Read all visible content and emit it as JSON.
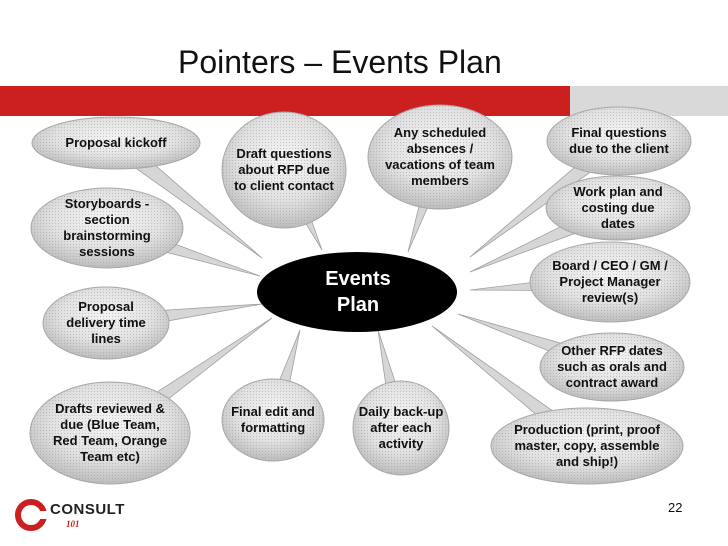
{
  "title": "Pointers – Events Plan",
  "center": {
    "line1": "Events",
    "line2": "Plan"
  },
  "bubbles": [
    {
      "id": "proposal-kickoff",
      "text": "Proposal kickoff"
    },
    {
      "id": "draft-questions",
      "text": "Draft questions about RFP due to client contact"
    },
    {
      "id": "scheduled-absences",
      "text": "Any scheduled absences / vacations of team members"
    },
    {
      "id": "final-questions",
      "text": "Final questions due to the client"
    },
    {
      "id": "storyboards",
      "text": "Storyboards - section brainstorming sessions"
    },
    {
      "id": "work-plan",
      "text": "Work plan and costing due dates"
    },
    {
      "id": "board-review",
      "text": "Board / CEO / GM / Project  Manager review(s)"
    },
    {
      "id": "proposal-delivery",
      "text": "Proposal delivery time lines"
    },
    {
      "id": "other-rfp-dates",
      "text": "Other RFP dates such as orals and contract award"
    },
    {
      "id": "drafts-reviewed",
      "text": "Drafts reviewed & due (Blue Team, Red Team, Orange Team etc)"
    },
    {
      "id": "final-edit",
      "text": "Final edit and formatting"
    },
    {
      "id": "daily-backup",
      "text": "Daily back-up after each activity"
    },
    {
      "id": "production",
      "text": "Production (print, proof master, copy, assemble and ship!)"
    }
  ],
  "page_number": "22",
  "logo": {
    "text": "CONSULT",
    "sub": "101"
  },
  "colors": {
    "accent_red": "#cc1f1f",
    "bar_grey": "#d9d9d9",
    "center_fill": "#000000",
    "bubble_fill": "#e4e4e4"
  }
}
